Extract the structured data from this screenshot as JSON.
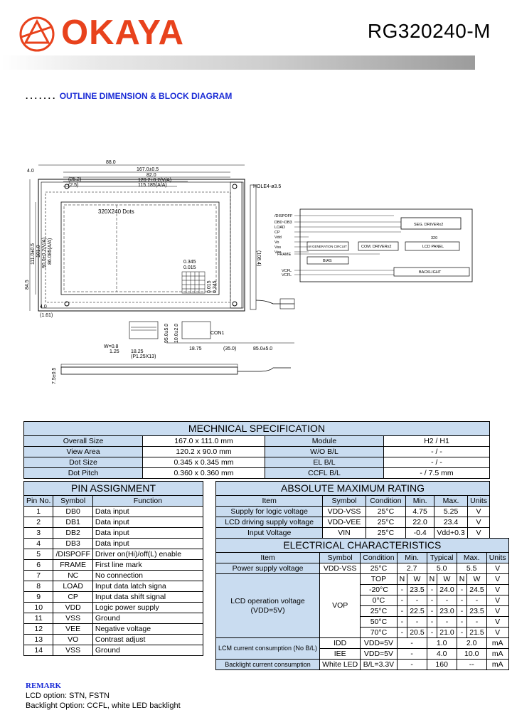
{
  "header": {
    "brand": "OKAYA",
    "model": "RG320240-M",
    "brand_color": "#e8421c"
  },
  "section": {
    "dots": ".......",
    "title": "OUTLINE DIMENSION & BLOCK DIAGRAM"
  },
  "drawing": {
    "dims_top": [
      "88.0",
      "4.0",
      "167.0±0.5",
      "(25.2)",
      "82.0",
      "(2.5)",
      "120.2±0.2(V/A)",
      "115.185(A/A)",
      "HOLE4-ø3.5"
    ],
    "dims_left": [
      "84.5",
      "111.0±0.5",
      "101.0",
      "90.0±0.2(V/A)",
      "86.085(A/A)",
      "4.0",
      "(1.61)"
    ],
    "dims_right": [
      "(108.4)"
    ],
    "dot_label": "320X240 Dots",
    "dot_dims": [
      "0.345",
      "0.015",
      "0.015",
      "0.345"
    ],
    "dims_bottom": [
      "W=0.8",
      "1.25",
      "18.25",
      "(P1.25X13)",
      "CON1",
      "18.75",
      "(35.0)",
      "85.0±5.0",
      "95.0±5.0",
      "10.0±2.0"
    ],
    "side_dim": "7.5±0.5",
    "block": {
      "inputs": [
        "/DISPOFF",
        "DB0~DB3",
        "LOAD",
        "CP",
        "Vdd",
        "Vo",
        "Vss",
        "Vee",
        "FRAME",
        "VCFL",
        "VCFL"
      ],
      "seg_driver": "SEG. DRIVERx2",
      "seg_num": "320",
      "m_gen": "M GENERATION CIRCUIT",
      "com_driver": "COM. DRIVERx2",
      "lcd_panel": "LCD PANEL",
      "bias": "BIAS",
      "backlight": "BACKLIGHT"
    }
  },
  "mech": {
    "title": "MECHNICAL SPECIFICATION",
    "rows": [
      {
        "label": "Overall Size",
        "value": "167.0 x 111.0 mm",
        "label2": "Module",
        "value2": "H2 / H1"
      },
      {
        "label": "View Area",
        "value": "120.2 x 90.0 mm",
        "label2": "W/O B/L",
        "value2": "- / -"
      },
      {
        "label": "Dot Size",
        "value": "0.345 x 0.345 mm",
        "label2": "EL B/L",
        "value2": "- / -"
      },
      {
        "label": "Dot Pitch",
        "value": "0.360 x 0.360 mm",
        "label2": "CCFL B/L",
        "value2": "- / 7.5 mm"
      }
    ]
  },
  "pins": {
    "title": "PIN ASSIGNMENT",
    "headers": [
      "Pin No.",
      "Symbol",
      "Function"
    ],
    "rows": [
      [
        "1",
        "DB0",
        "Data input"
      ],
      [
        "2",
        "DB1",
        "Data input"
      ],
      [
        "3",
        "DB2",
        "Data input"
      ],
      [
        "4",
        "DB3",
        "Data input"
      ],
      [
        "5",
        "/DISPOFF",
        "Driver on(Hi)/off(L) enable"
      ],
      [
        "6",
        "FRAME",
        "First line mark"
      ],
      [
        "7",
        "NC",
        "No connection"
      ],
      [
        "8",
        "LOAD",
        "Input data latch signa"
      ],
      [
        "9",
        "CP",
        "Input data shift signal"
      ],
      [
        "10",
        "VDD",
        "Logic power supply"
      ],
      [
        "11",
        "VSS",
        "Ground"
      ],
      [
        "12",
        "VEE",
        "Negative voltage"
      ],
      [
        "13",
        "VO",
        "Contrast adjust"
      ],
      [
        "14",
        "VSS",
        "Ground"
      ]
    ]
  },
  "amr": {
    "title": "ABSOLUTE MAXIMUM RATING",
    "headers": [
      "Item",
      "Symbol",
      "Condition",
      "Min.",
      "Max.",
      "Units"
    ],
    "rows": [
      [
        "Supply for logic voltage",
        "VDD-VSS",
        "25°C",
        "4.75",
        "5.25",
        "V"
      ],
      [
        "LCD driving supply voltage",
        "VDD-VEE",
        "25°C",
        "22.0",
        "23.4",
        "V"
      ],
      [
        "Input Voltage",
        "VIN",
        "25°C",
        "-0.4",
        "Vdd+0.3",
        "V"
      ]
    ]
  },
  "elec": {
    "title": "ELECTRICAL CHARACTERISTICS",
    "headers": [
      "Item",
      "Symbol",
      "Condition",
      "Min.",
      "Typical",
      "Max.",
      "Units"
    ],
    "power": [
      "Power supply voltage",
      "VDD-VSS",
      "25°C",
      "2.7",
      "5.0",
      "5.5",
      "V"
    ],
    "lcd_label": "LCD operation voltage",
    "lcd_sub": "(VDD=5V)",
    "lcd_symbol": "VOP",
    "nw": [
      "N",
      "W"
    ],
    "lcd_rows": [
      {
        "cond": "TOP",
        "min": [
          "N",
          "W"
        ],
        "typ": [
          "N",
          "W"
        ],
        "max": [
          "N",
          "W"
        ],
        "unit": "V"
      },
      {
        "cond": "-20°C",
        "min": [
          "-",
          "23.5"
        ],
        "typ": [
          "-",
          "24.0"
        ],
        "max": [
          "-",
          "24.5"
        ],
        "unit": "V"
      },
      {
        "cond": "0°C",
        "min": [
          "-",
          "-"
        ],
        "typ": [
          "-",
          "-"
        ],
        "max": [
          "-",
          "-"
        ],
        "unit": "V"
      },
      {
        "cond": "25°C",
        "min": [
          "-",
          "22.5"
        ],
        "typ": [
          "-",
          "23.0"
        ],
        "max": [
          "-",
          "23.5"
        ],
        "unit": "V"
      },
      {
        "cond": "50°C",
        "min": [
          "-",
          "-"
        ],
        "typ": [
          "-",
          "-"
        ],
        "max": [
          "-",
          "-"
        ],
        "unit": "V"
      },
      {
        "cond": "70°C",
        "min": [
          "-",
          "20.5"
        ],
        "typ": [
          "-",
          "21.0"
        ],
        "max": [
          "-",
          "21.5"
        ],
        "unit": "V"
      }
    ],
    "lcm_label": "LCM current consumption (No B/L)",
    "lcm_rows": [
      [
        "IDD",
        "VDD=5V",
        "-",
        "1.0",
        "2.0",
        "mA"
      ],
      [
        "IEE",
        "VDD=5V",
        "-",
        "4.0",
        "10.0",
        "mA"
      ]
    ],
    "bl_row": [
      "Backlight current consumption",
      "White LED",
      "B/L=3.3V",
      "-",
      "160",
      "--",
      "mA"
    ]
  },
  "remark": {
    "title": "REMARK",
    "lines": [
      "LCD option: STN, FSTN",
      "Backlight Option: CCFL, white LED backlight"
    ]
  }
}
